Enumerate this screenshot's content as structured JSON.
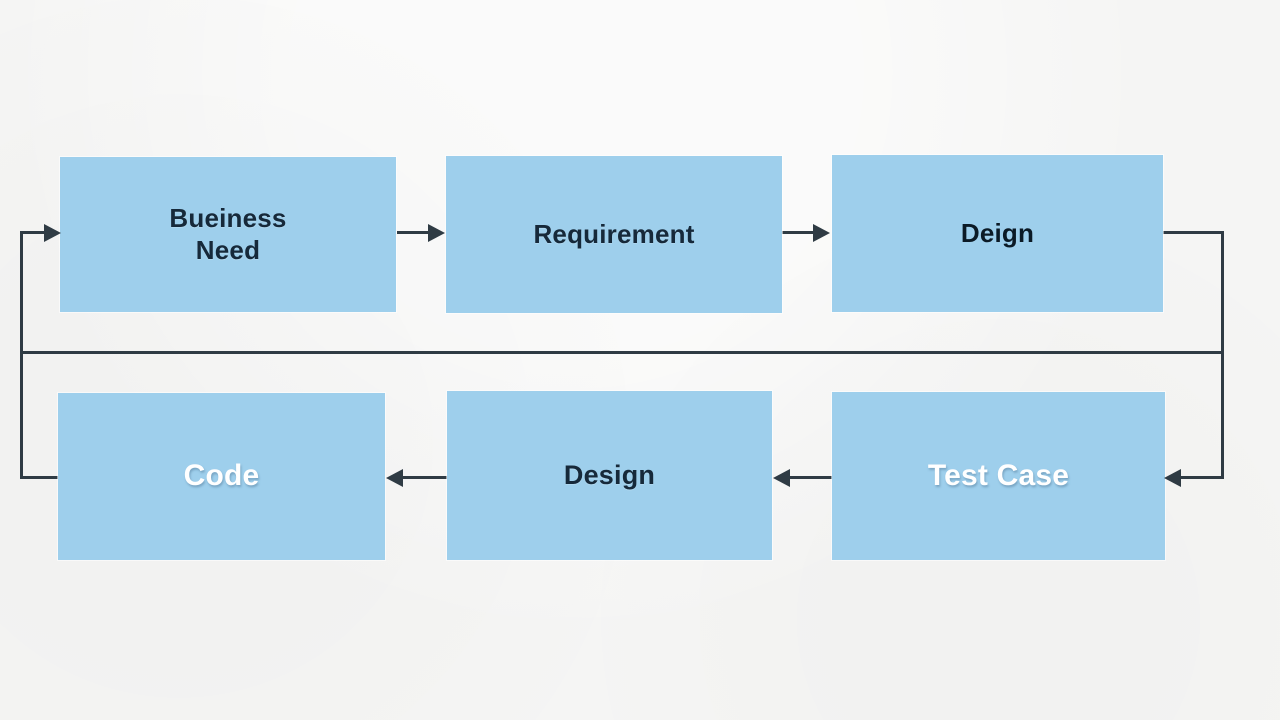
{
  "diagram": {
    "type": "flowchart",
    "title": "",
    "background_color": "#f5f5f4",
    "node_fill_color": "#9ecfec",
    "connector_color": "#2f3b44",
    "nodes": [
      {
        "id": "business-need",
        "label": "Bueiness\nNeed",
        "label_line1": "Bueiness",
        "label_line2": "Need",
        "text_color": "#16293a",
        "row": "top",
        "column": 1
      },
      {
        "id": "requirement",
        "label": "Requirement",
        "text_color": "#16293a",
        "row": "top",
        "column": 2
      },
      {
        "id": "deign",
        "label": "Deign",
        "text_color": "#0b1a26",
        "row": "top",
        "column": 3
      },
      {
        "id": "code",
        "label": "Code",
        "text_color": "#ffffff",
        "row": "bottom",
        "column": 1
      },
      {
        "id": "design",
        "label": "Design",
        "text_color": "#16293a",
        "row": "bottom",
        "column": 2
      },
      {
        "id": "test-case",
        "label": "Test Case",
        "text_color": "#ffffff",
        "row": "bottom",
        "column": 3
      }
    ],
    "edges": [
      {
        "id": "edge-business-need-to-requirement",
        "from": "business-need",
        "to": "requirement",
        "direction": "right"
      },
      {
        "id": "edge-requirement-to-deign",
        "from": "requirement",
        "to": "deign",
        "direction": "right"
      },
      {
        "id": "edge-deign-to-test-case",
        "from": "deign",
        "to": "test-case",
        "direction": "right-wrap"
      },
      {
        "id": "edge-test-case-to-design",
        "from": "test-case",
        "to": "design",
        "direction": "left"
      },
      {
        "id": "edge-design-to-code",
        "from": "design",
        "to": "code",
        "direction": "left"
      },
      {
        "id": "edge-code-to-business-need",
        "from": "code",
        "to": "business-need",
        "direction": "left-wrap"
      }
    ],
    "separator": {
      "id": "row-separator",
      "orientation": "horizontal"
    }
  }
}
